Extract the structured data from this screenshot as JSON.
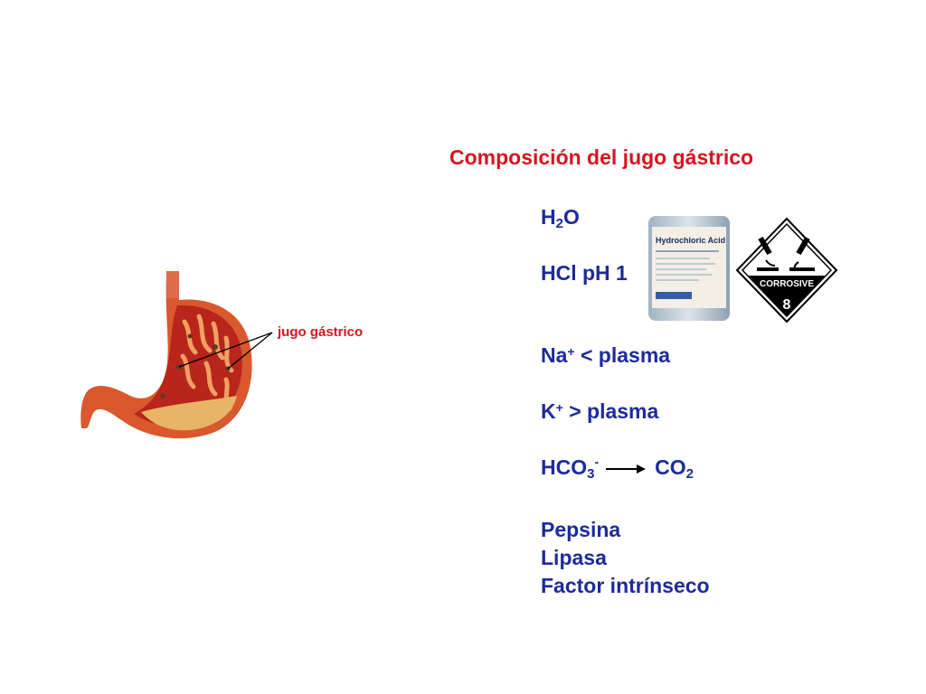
{
  "slide": {
    "title": "Composición del jugo gástrico",
    "water": {
      "main": "H",
      "sub": "2",
      "end": "O"
    },
    "hcl": "HCl pH 1",
    "sodium": {
      "main": "Na",
      "ion": "+",
      "rest": " < plasma"
    },
    "potassium": {
      "main": "K",
      "ion": "+",
      "rest": " > plasma"
    },
    "bicarbonate": {
      "main": "HCO",
      "sub": "3",
      "sup": "-",
      "product_main": "CO",
      "product_sub": "2"
    },
    "enzymes": [
      "Pepsina",
      "Lipasa",
      "Factor intrínseco"
    ]
  },
  "stomach_figure": {
    "label": "jugo gástrico"
  },
  "bottle": {
    "label_line1": "Hydrochloric Acid"
  },
  "hazard_sign": {
    "word": "CORROSIVE",
    "class_number": "8"
  },
  "colors": {
    "title": "#d9141e",
    "body": "#1d2b9a",
    "label": "#d9141e"
  }
}
